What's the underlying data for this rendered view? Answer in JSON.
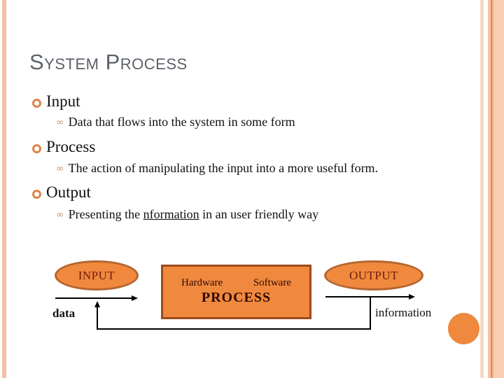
{
  "slide": {
    "title": "System Process",
    "bullets": [
      {
        "label": "Input",
        "sub": "Data that flows into the system in some form"
      },
      {
        "label": "Process",
        "sub": "The action of manipulating the input into a more useful form."
      },
      {
        "label": "Output",
        "sub_prefix": "Presenting the ",
        "sub_underlined": "nformation",
        "sub_suffix": " in an user friendly way"
      }
    ]
  },
  "icons": {
    "sub_bullet_glyph": "∞"
  },
  "diagram": {
    "input_label": "INPUT",
    "data_label": "data",
    "process_hardware": "Hardware",
    "process_software": "Software",
    "process_label": "PROCESS",
    "output_label": "OUTPUT",
    "information_label": "information"
  },
  "colors": {
    "accent_orange_fill": "#f0883e",
    "ellipse_border": "#b4662f",
    "box_border": "#9c4a1d",
    "title_gray": "#5b6168",
    "bullet_ring_orange": "#de8449",
    "sub_glyph_tan": "#c79b79",
    "maroon_text": "#6e1a0a",
    "side_stripe_peach": "#f3c0aa"
  }
}
